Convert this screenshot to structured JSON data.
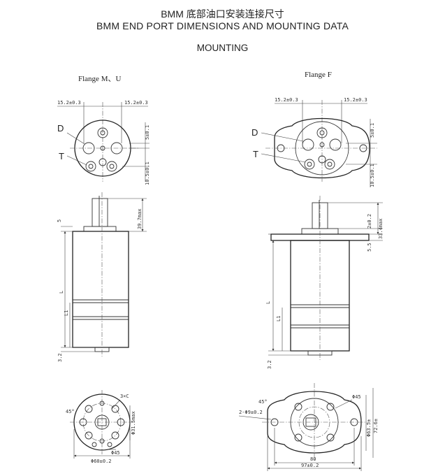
{
  "header": {
    "title_cn": "BMM 底部油口安装连接尺寸",
    "title_en": "BMM END PORT DIMENSIONS AND MOUNTING DATA",
    "section": "MOUNTING"
  },
  "left": {
    "flange_label": "Flange  M、U",
    "dim_152a": "15.2±0.3",
    "dim_152b": "15.2±0.3",
    "port_d": "D",
    "port_t": "T",
    "dim_5": "5±0.1",
    "dim_105": "10.5±0.1",
    "dim_s5": "5",
    "dim_397": "39.7max",
    "dim_l": "L",
    "dim_l1": "L1",
    "dim_32": "3.2",
    "dim_3xc": "3×C",
    "dim_45deg": "45°",
    "dim_phi32": "Φ31.5max",
    "dim_phi45": "Φ45",
    "dim_phi60": "Φ60±0.2"
  },
  "right": {
    "flange_label": "Flange  F",
    "dim_152a": "15.2±0.3",
    "dim_152b": "15.2±0.3",
    "port_d": "D",
    "port_t": "T",
    "dim_5": "5±0.1",
    "dim_105": "10.5±0.1",
    "dim_2": "2±0.2",
    "dim_334": "33.4max",
    "dim_55": "5.5",
    "dim_l": "L",
    "dim_l1": "L1",
    "dim_32": "3.2",
    "dim_45deg": "45°",
    "dim_holes": "2-Φ9±0.2",
    "dim_phi45": "Φ45",
    "dim_phi63": "Φ63.5±",
    "dim_726": "72.6±",
    "dim_80": "80",
    "dim_97": "97±0.2"
  }
}
